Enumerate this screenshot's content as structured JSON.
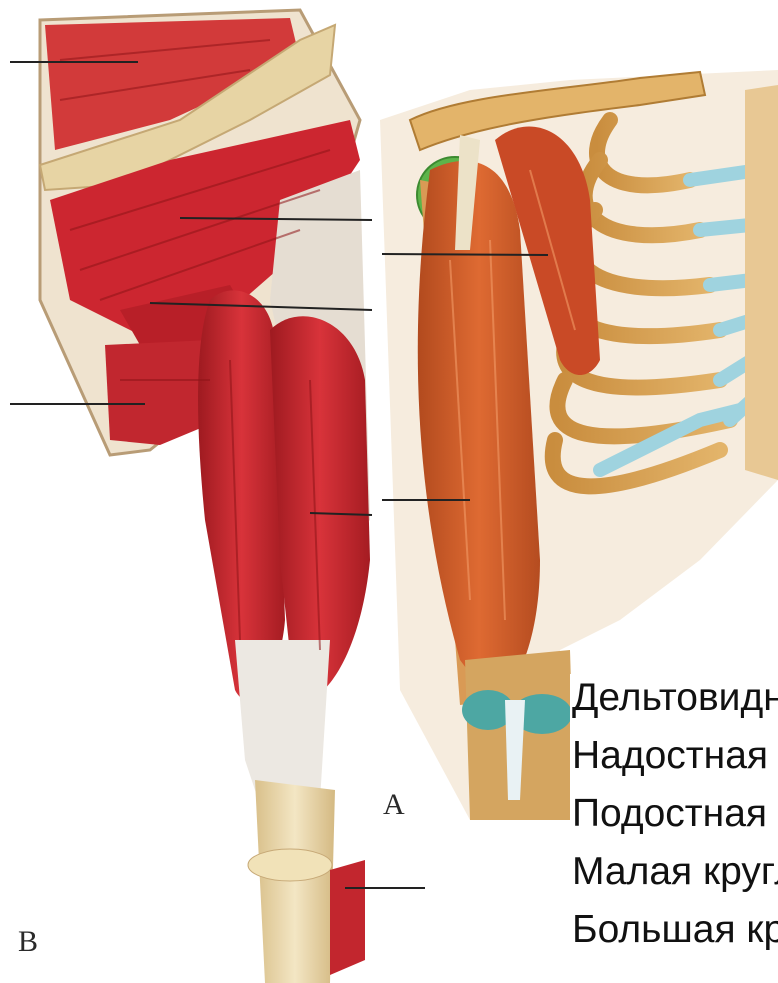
{
  "figure": {
    "label_a": "A",
    "label_b": "B"
  },
  "legend": {
    "items": [
      {
        "text": "Дельтовидная мышца"
      },
      {
        "text": "Надостная мышца"
      },
      {
        "text": "Подостная мышца"
      },
      {
        "text": "Малая круглая мышца"
      },
      {
        "text": "Большая круглая мышца"
      }
    ]
  },
  "colors": {
    "muscle": "#c8232e",
    "muscle_dark": "#8f1418",
    "bone": "#e9d6a6",
    "tendon": "#e6e1d8",
    "cartilage": "#9fd3df",
    "joint_green": "#5db44a",
    "background": "#ffffff"
  }
}
